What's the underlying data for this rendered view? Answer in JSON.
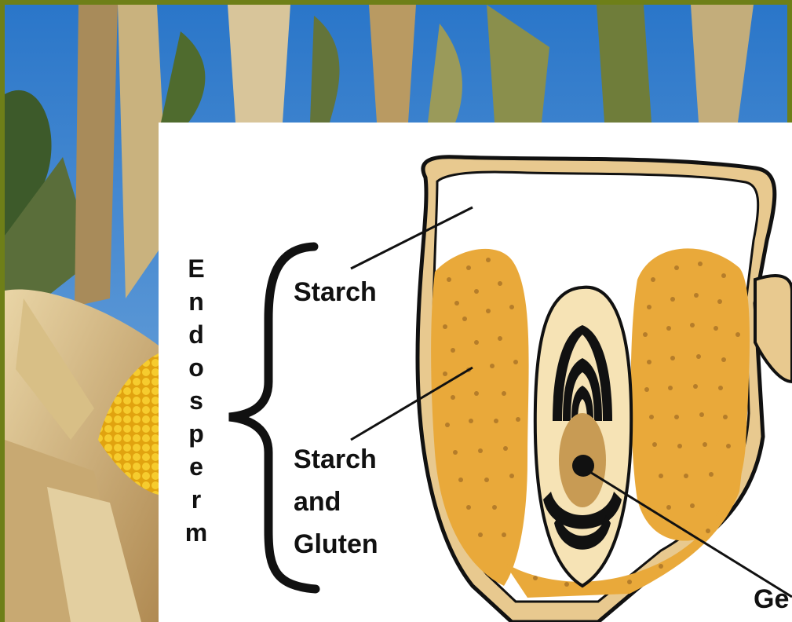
{
  "diagram": {
    "side_label_letters": [
      "E",
      "n",
      "d",
      "o",
      "s",
      "p",
      "e",
      "r",
      "m"
    ],
    "labels": {
      "starch": "Starch",
      "starch_gluten": [
        "Starch",
        "and",
        "Gluten"
      ],
      "germ_partial": "Ge"
    },
    "colors": {
      "border": "#6b7d12",
      "endosperm_fill": "#e9a93a",
      "dots": "#b57d2a",
      "germ_light": "#f6e3b5",
      "shell": "#e8c98f",
      "outline": "#111111"
    }
  }
}
